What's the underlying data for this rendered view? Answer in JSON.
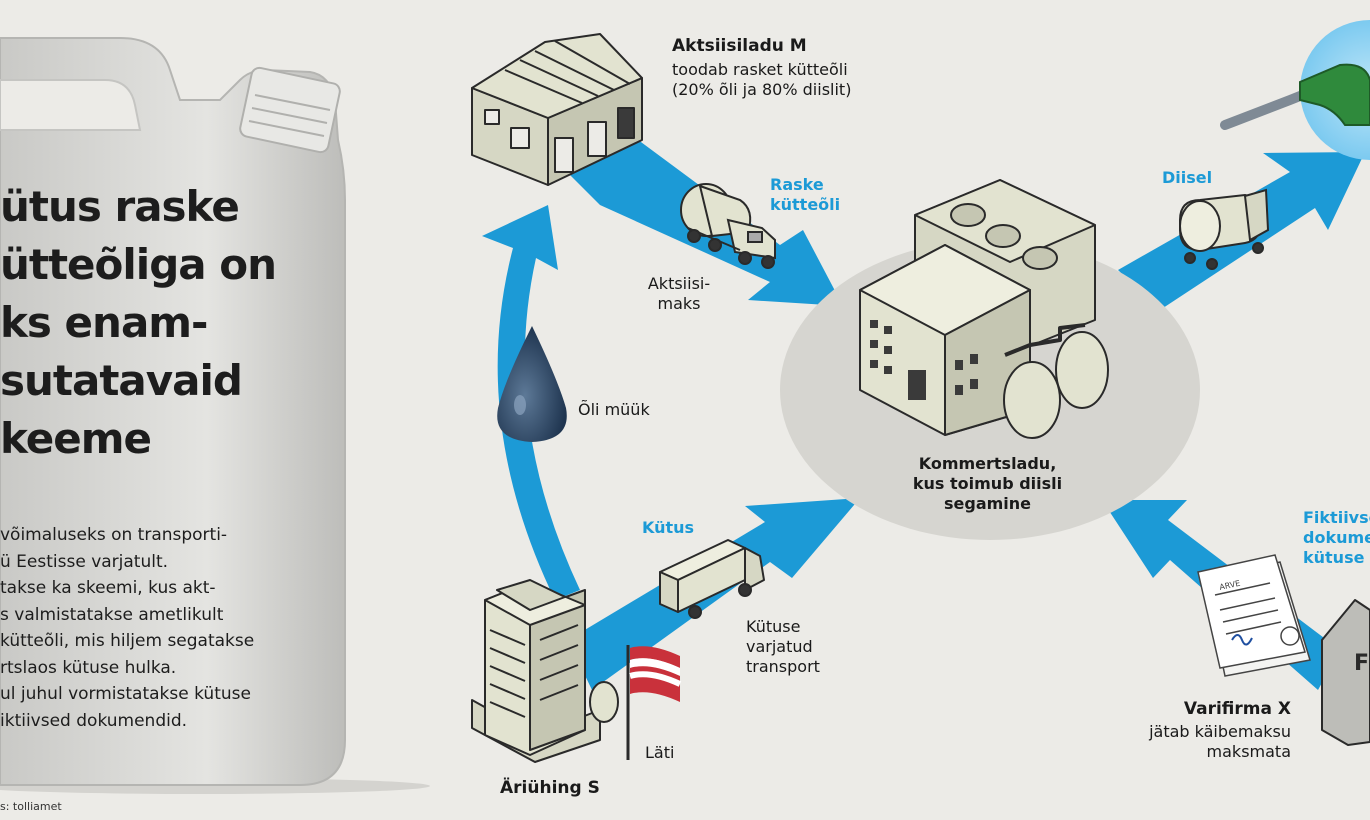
{
  "headline": [
    "ütus raske",
    "ütteõliga on",
    "ks enam-",
    "sutatavaid",
    "keeme"
  ],
  "body": [
    "võimaluseks on transporti-",
    "ü Eestisse varjatult.",
    "takse ka skeemi, kus akt-",
    "s valmistatakse ametlikult",
    "kütteõli, mis hiljem segatakse",
    "rtslaos kütuse hulka.",
    "ul juhul vormistatakse kütuse",
    "iktiivsed dokumendid."
  ],
  "source": "s: tolliamet",
  "warehouse_m": {
    "title": "Aktsiisiladu M",
    "desc": "toodab rasket kütteõli\n(20% õli ja 80% diislit)"
  },
  "flow_labels": {
    "heavy_oil": "Raske\nkütteõli",
    "excise": "Aktsiisi-\nmaks",
    "oil_sale": "Õli müük",
    "fuel": "Kütus",
    "fuel_transport": "Kütuse\nvarjatud\ntransport",
    "diesel": "Diisel",
    "fictitious_docs": "Fiktiivse\ndokume\nkütuse"
  },
  "commercial_warehouse": "Kommertsladu,\nkus toimub diisli\nsegamine",
  "company_s": "Äriühing S",
  "latvia": "Läti",
  "firm_x": {
    "title": "Varifirma X",
    "desc": "jätab käibemaksu\nmaksmata"
  },
  "invoice_label": "ARVE",
  "firm_sign": "F",
  "colors": {
    "arrow": "#1c9ad6",
    "background": "#ecebe7",
    "building_fill": "#dfe0ce",
    "oil_drop": "#2f4a66",
    "blue_label": "#1c9ad6"
  },
  "icons": [
    "fuel-canister-icon",
    "warehouse-icon",
    "tanker-truck-icon",
    "factory-icon",
    "oil-drop-icon",
    "box-truck-icon",
    "office-building-icon",
    "latvia-flag-icon",
    "fuel-nozzle-icon",
    "invoice-document-icon",
    "house-icon"
  ]
}
